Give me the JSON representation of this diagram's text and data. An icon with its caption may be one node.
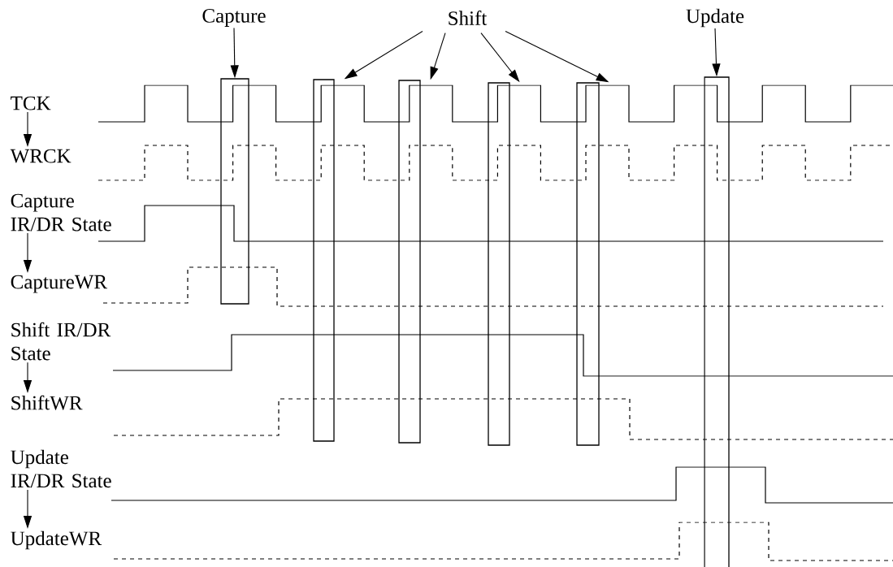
{
  "diagram": {
    "nodes": [
      {
        "text": [
          "TCK"
        ]
      },
      {
        "text": [
          "WRCK"
        ]
      },
      {
        "text": [
          "Capture IR/DR State"
        ]
      },
      {
        "text": [
          "CaptureWR"
        ]
      },
      {
        "text": [
          "Shift IR/DR State"
        ]
      },
      {
        "text": [
          "ShiftWR"
        ]
      },
      {
        "text": [
          "Update IR/DR State"
        ]
      },
      {
        "text": [
          "UpdateWR"
        ]
      },
      {
        "text": [
          "Capture"
        ]
      },
      {
        "text": [
          "Shift"
        ]
      },
      {
        "text": [
          "Update"
        ]
      },
      {
        "text": [],
        "shape": "box"
      },
      {
        "text": [],
        "shape": "box"
      },
      {
        "text": [],
        "shape": "box"
      },
      {
        "text": [],
        "shape": "box"
      },
      {
        "text": [],
        "shape": "box"
      },
      {
        "text": [],
        "shape": "box"
      }
    ],
    "edges": [
      {
        "from": 0,
        "to": 1,
        "arrow": "to"
      },
      {
        "from": 2,
        "to": 3,
        "arrow": "to"
      },
      {
        "from": 4,
        "to": 5,
        "arrow": "to"
      },
      {
        "from": 6,
        "to": 7,
        "arrow": "to"
      },
      {
        "from": 8,
        "to": 11,
        "arrow": "to"
      },
      {
        "from": 9,
        "to": 12,
        "arrow": "to"
      },
      {
        "from": 9,
        "to": 13,
        "arrow": "to"
      },
      {
        "from": 9,
        "to": 14,
        "arrow": "to"
      },
      {
        "from": 9,
        "to": 15,
        "arrow": "to"
      },
      {
        "from": 10,
        "to": 16,
        "arrow": "to"
      }
    ]
  }
}
